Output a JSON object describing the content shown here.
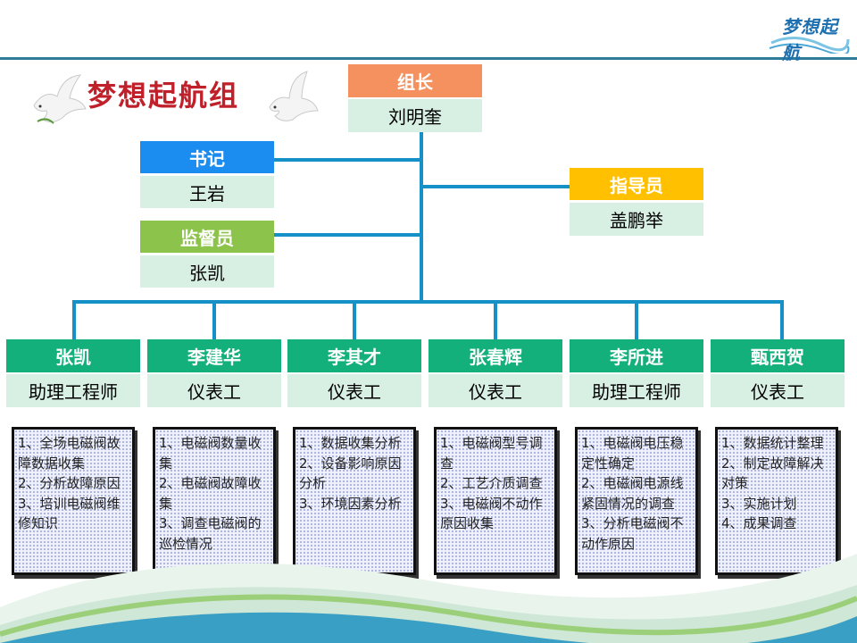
{
  "title": "梦想起航组",
  "logo_text": "梦想起航",
  "leader": {
    "role": "组长",
    "name": "刘明奎"
  },
  "secretary": {
    "role": "书记",
    "name": "王岩"
  },
  "supervisor": {
    "role": "监督员",
    "name": "张凯"
  },
  "instructor": {
    "role": "指导员",
    "name": "盖鹏举"
  },
  "members": [
    {
      "name": "张凯",
      "title": "助理工程师",
      "tasks": [
        "1、全场电磁阀故障数据收集",
        "2、分析故障原因",
        "3、培训电磁阀维修知识"
      ]
    },
    {
      "name": "李建华",
      "title": "仪表工",
      "tasks": [
        "1、电磁阀数量收集",
        "2、电磁阀故障收集",
        "3、调查电磁阀的巡检情况"
      ]
    },
    {
      "name": "李其才",
      "title": "仪表工",
      "tasks": [
        "1、数据收集分析",
        "2、设备影响原因分析",
        "3、环境因素分析"
      ]
    },
    {
      "name": "张春辉",
      "title": "仪表工",
      "tasks": [
        "1、电磁阀型号调查",
        "2、工艺介质调查",
        "3、电磁阀不动作原因收集"
      ]
    },
    {
      "name": "李所进",
      "title": "助理工程师",
      "tasks": [
        "1、电磁阀电压稳定性确定",
        "2、电磁阀电源线紧固情况的调查",
        "3、分析电磁阀不动作原因"
      ]
    },
    {
      "name": "甄西贺",
      "title": "仪表工",
      "tasks": [
        "1、数据统计整理",
        "2、制定故障解决对策",
        "3、实施计划",
        "4、成果调查"
      ]
    }
  ],
  "colors": {
    "leader": "#f4915e",
    "secretary": "#1b8cf0",
    "supervisor": "#8cc34a",
    "instructor": "#ffc000",
    "member": "#14b07c",
    "line": "#1591c8",
    "title": "#c0202a"
  }
}
